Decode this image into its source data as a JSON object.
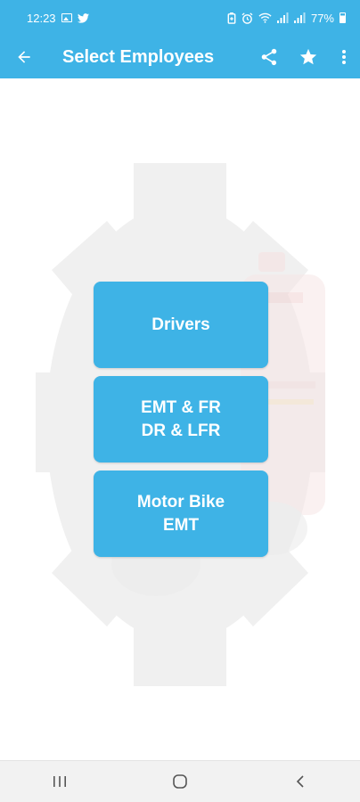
{
  "status_bar": {
    "time": "12:23",
    "battery_percent": "77%",
    "icons_left": [
      "image-icon",
      "twitter-icon"
    ],
    "icons_right": [
      "battery-saver-icon",
      "alarm-icon",
      "wifi-icon",
      "signal-icon",
      "signal-icon",
      "battery-icon"
    ]
  },
  "app_bar": {
    "title": "Select Employees",
    "icons": [
      "back-arrow-icon",
      "share-icon",
      "star-icon",
      "more-vertical-icon"
    ]
  },
  "menu": {
    "drivers": {
      "lines": [
        "Drivers"
      ]
    },
    "emt_fr": {
      "lines": [
        "EMT & FR",
        "DR & LFR"
      ]
    },
    "motor_bike": {
      "lines": [
        "Motor Bike",
        "EMT"
      ]
    }
  },
  "nav_bar": {
    "icons": [
      "recent-apps-icon",
      "home-icon",
      "back-icon"
    ]
  },
  "colors": {
    "accent": "#3eb3e6",
    "text_on_accent": "#ffffff",
    "watermark": "#f0f0f0",
    "nav_background": "#f2f2f2"
  }
}
